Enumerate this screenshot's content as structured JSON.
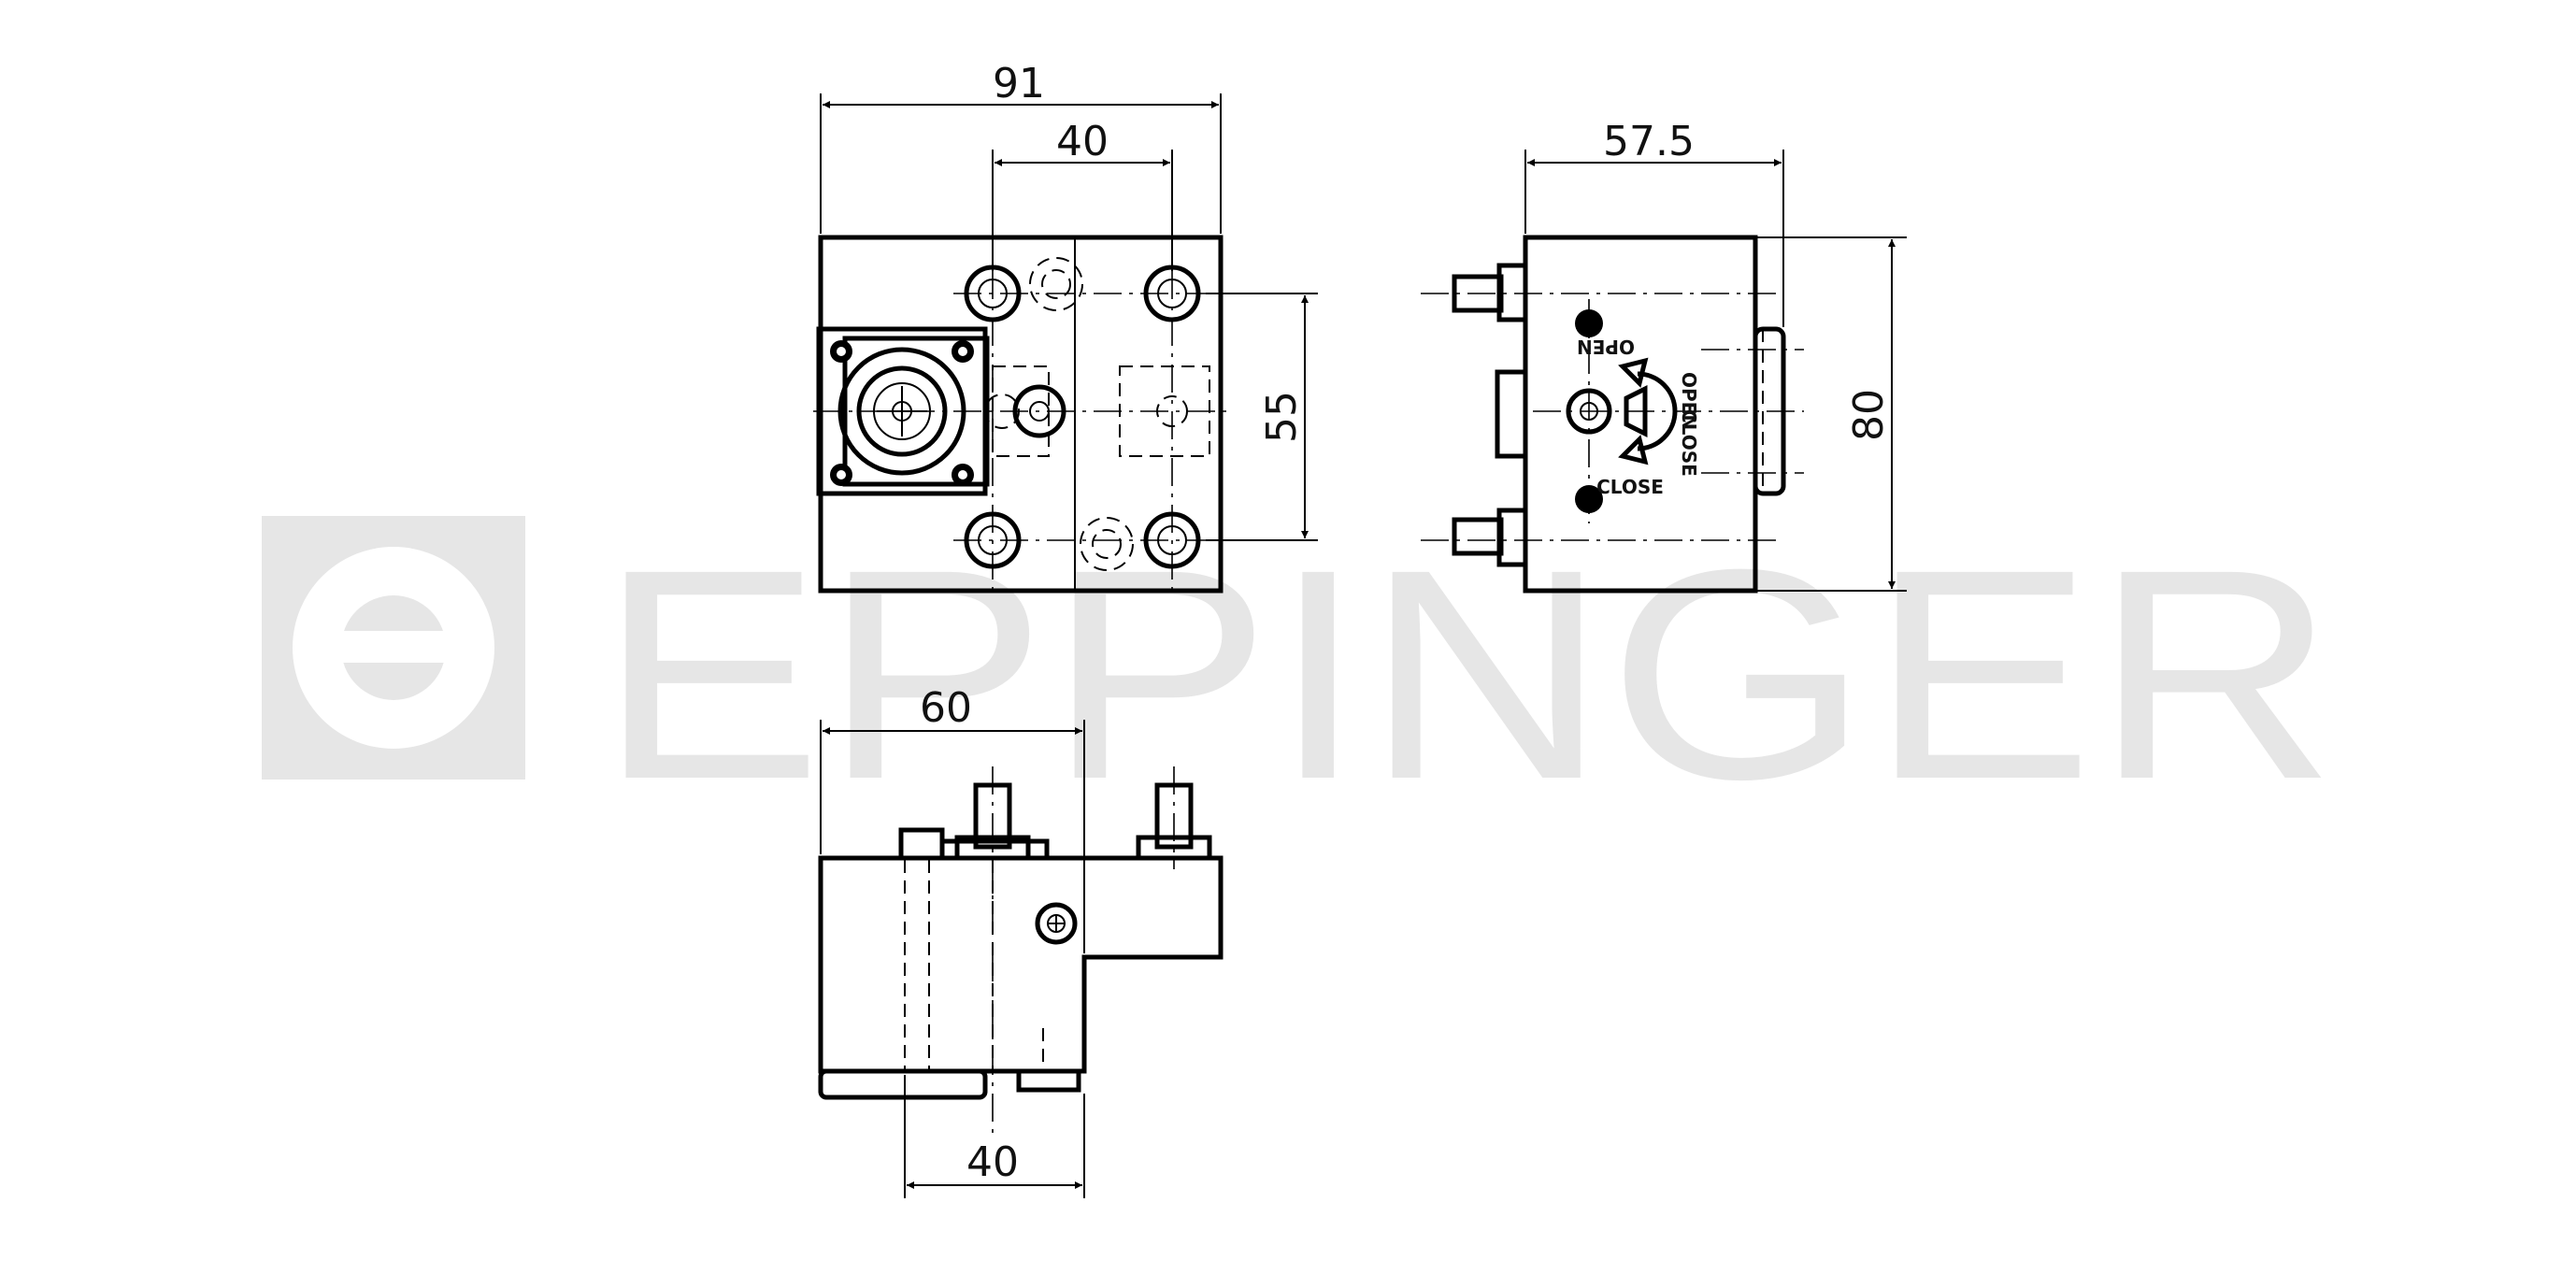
{
  "watermark": {
    "text": "EPPINGER",
    "color": "#e6e6e6"
  },
  "dimensions": {
    "front_width": "91",
    "front_inner": "40",
    "front_height": "55",
    "side_width": "57.5",
    "side_height": "80",
    "bottom_width": "60",
    "bottom_inner": "40"
  },
  "labels": {
    "open": "OPEN",
    "close": "CLOSE"
  }
}
